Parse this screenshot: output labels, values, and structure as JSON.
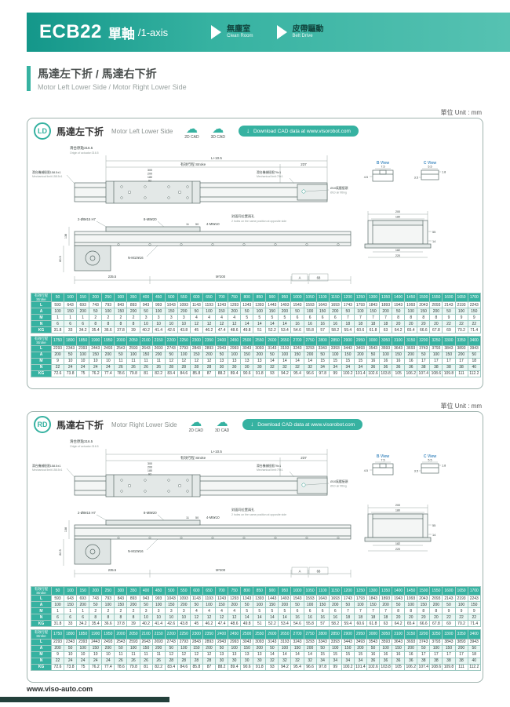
{
  "header": {
    "model": "ECB22",
    "title_zh": "單軸",
    "title_en": "/1-axis",
    "badges": [
      {
        "zh": "無塵室",
        "en": "Clean Room"
      },
      {
        "zh": "皮帶驅動",
        "en": "Belt Drive"
      }
    ],
    "accent_color": "#36b2a1"
  },
  "section": {
    "title_zh": "馬達左下折 / 馬達右下折",
    "title_en": "Motor Left Lower Side / Motor Right Lower Side"
  },
  "panels": [
    {
      "badge": "LD",
      "title_zh": "馬達左下折",
      "title_en": "Motor Left Lower Side",
      "cad2d": "2D CAD",
      "cad3d": "3D CAD",
      "download": "Download CAD data at www.visorobot.com",
      "unit": "單位 Unit : mm"
    },
    {
      "badge": "RD",
      "title_zh": "馬達右下折",
      "title_en": "Motor Right Lower Side",
      "cad2d": "2D CAD",
      "cad3d": "3D CAD",
      "download": "Download CAD data at www.visorobot.com",
      "unit": "單位 Unit : mm"
    }
  ],
  "drawing": {
    "origin": "滑台原點316.5",
    "origin_en": "Origin of actuator:316.5",
    "l105": "L+10.5",
    "stroke_dim": "有效行程 Stroke",
    "d237": "237",
    "d300": "300",
    "d200": "200",
    "d180": "180",
    "d92": "92",
    "mech_l": "滑台機械極限158.5±1",
    "mech_l_en": "Mechanical limit:158.5±1",
    "mech_r": "滑台機械極限79±1",
    "mech_r_en": "Mechanical limit:79±1",
    "air": "Ø10氣壓接頭",
    "air_en": "Ø10 air fitting",
    "bview": "B View",
    "cview": "C View",
    "d75": "7.5",
    "d45": "4.5",
    "d55s": "5.5",
    "d18": "1.8",
    "d35": "3.5",
    "d200b": "200",
    "d180b": "180",
    "d138": "138",
    "d805": "80.5",
    "d55": "55",
    "d14": "14",
    "d182": "182",
    "d220": "220",
    "holes_a": "2-Ø8¥15 H7",
    "holes_b": "8-M8¥20",
    "d11": "11",
    "d50": "50",
    "holes_c": "4-M5¥10",
    "opp_zh": "對面同位置兩孔",
    "opp_en": "2 holes on the same position at opposite side",
    "nm10": "N-M10¥16",
    "d2355": "235.5",
    "m200": "M*200",
    "dA": "A",
    "d68": "68"
  },
  "table": {
    "header_label": "有效行程",
    "header_sub": "Stroke",
    "row_labels": [
      "L",
      "A",
      "M",
      "N",
      "KG"
    ],
    "parts": [
      {
        "strokes": [
          50,
          100,
          150,
          200,
          250,
          300,
          350,
          400,
          450,
          500,
          550,
          600,
          650,
          700,
          750,
          800,
          850,
          900,
          950,
          1000,
          1050,
          1100,
          1150,
          1200,
          1250,
          1300,
          1350,
          1400,
          1450,
          1500,
          1550,
          1600,
          1650,
          1700
        ],
        "rows": {
          "L": [
            593,
            643,
            693,
            743,
            793,
            843,
            893,
            943,
            993,
            1043,
            1093,
            1143,
            1193,
            1243,
            1293,
            1343,
            1393,
            1443,
            1493,
            1543,
            1593,
            1643,
            1693,
            1743,
            1793,
            1843,
            1893,
            1943,
            1993,
            2043,
            2093,
            2143,
            2193,
            2243
          ],
          "A": [
            100,
            150,
            200,
            50,
            100,
            150,
            200,
            50,
            100,
            150,
            200,
            50,
            100,
            150,
            200,
            50,
            100,
            150,
            200,
            50,
            100,
            150,
            200,
            50,
            100,
            150,
            200,
            50,
            100,
            150,
            200,
            50,
            100,
            150
          ],
          "M": [
            1,
            1,
            1,
            2,
            2,
            2,
            2,
            3,
            3,
            3,
            3,
            4,
            4,
            4,
            4,
            5,
            5,
            5,
            5,
            6,
            6,
            6,
            6,
            7,
            7,
            7,
            7,
            8,
            8,
            8,
            8,
            9,
            9,
            9
          ],
          "N": [
            6,
            6,
            6,
            8,
            8,
            8,
            8,
            10,
            10,
            10,
            10,
            12,
            12,
            12,
            12,
            14,
            14,
            14,
            14,
            16,
            16,
            16,
            16,
            18,
            18,
            18,
            18,
            20,
            20,
            20,
            20,
            22,
            22,
            22
          ],
          "KG": [
            31.8,
            33,
            34.2,
            35.4,
            36.6,
            37.8,
            39,
            40.2,
            41.4,
            42.6,
            43.8,
            45,
            46.2,
            47.4,
            48.6,
            49.8,
            51,
            52.2,
            53.4,
            54.6,
            55.8,
            57,
            58.2,
            59.4,
            60.6,
            61.8,
            63,
            64.2,
            65.4,
            66.6,
            67.8,
            69,
            70.2,
            71.4
          ]
        }
      },
      {
        "strokes": [
          1750,
          1800,
          1850,
          1900,
          1950,
          2000,
          2050,
          2100,
          2150,
          2200,
          2250,
          2300,
          2350,
          2400,
          2450,
          2500,
          2550,
          2600,
          2650,
          2700,
          2750,
          2800,
          2850,
          2900,
          2950,
          3000,
          3050,
          3100,
          3150,
          3200,
          3250,
          3300,
          3350,
          3400
        ],
        "rows": {
          "L": [
            2293,
            2343,
            2393,
            2443,
            2493,
            2543,
            2593,
            2643,
            2693,
            2743,
            2793,
            2843,
            2893,
            2943,
            2993,
            3043,
            3093,
            3143,
            3193,
            3243,
            3293,
            3343,
            3393,
            3443,
            3493,
            3543,
            3593,
            3643,
            3693,
            3743,
            3793,
            3843,
            3893,
            3943
          ],
          "A": [
            200,
            50,
            100,
            150,
            200,
            50,
            100,
            150,
            200,
            50,
            100,
            150,
            200,
            50,
            100,
            150,
            200,
            50,
            100,
            150,
            200,
            50,
            100,
            150,
            200,
            50,
            100,
            150,
            200,
            50,
            100,
            150,
            200,
            50
          ],
          "M": [
            9,
            10,
            10,
            10,
            10,
            11,
            11,
            11,
            11,
            12,
            12,
            12,
            12,
            13,
            13,
            13,
            13,
            14,
            14,
            14,
            14,
            15,
            15,
            15,
            15,
            16,
            16,
            16,
            16,
            17,
            17,
            17,
            17,
            18
          ],
          "N": [
            22,
            24,
            24,
            24,
            24,
            26,
            26,
            26,
            26,
            28,
            28,
            28,
            28,
            30,
            30,
            30,
            30,
            32,
            32,
            32,
            32,
            34,
            34,
            34,
            34,
            36,
            36,
            36,
            36,
            38,
            38,
            38,
            38,
            40
          ],
          "KG": [
            72.6,
            73.8,
            75,
            76.2,
            77.4,
            78.6,
            79.8,
            81,
            82.2,
            83.4,
            84.6,
            85.8,
            87,
            88.2,
            89.4,
            90.6,
            91.8,
            93,
            94.2,
            95.4,
            96.6,
            97.8,
            99,
            100.2,
            101.4,
            102.6,
            103.8,
            105,
            106.2,
            107.4,
            108.6,
            109.8,
            111,
            112.2
          ]
        }
      }
    ]
  },
  "footer": {
    "url": "www.viso-auto.com"
  }
}
